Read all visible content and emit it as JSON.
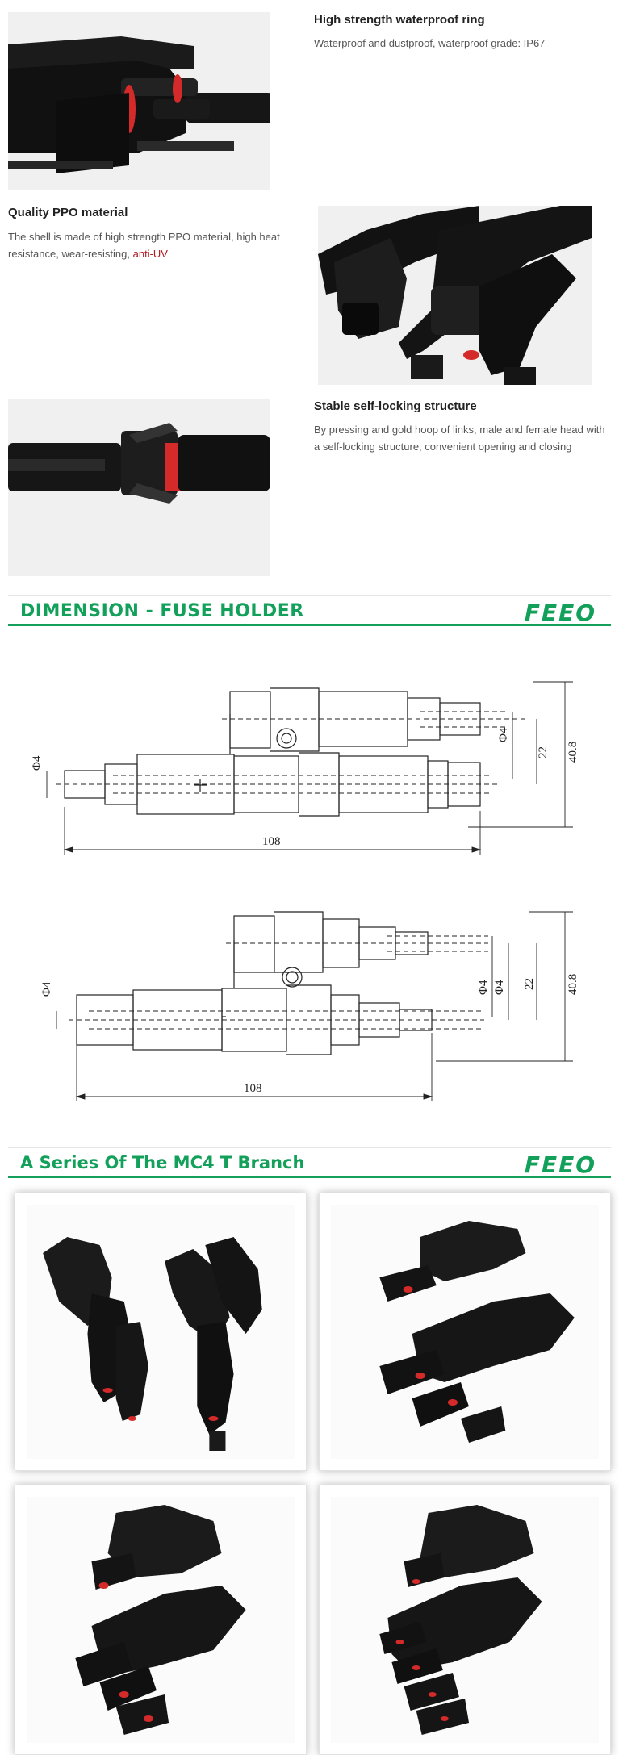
{
  "features": [
    {
      "title": "High strength waterproof ring",
      "desc": "Waterproof and dustproof, waterproof grade: IP67"
    },
    {
      "title": "Quality PPO material",
      "desc_main": "The shell is made of high strength PPO material, high heat resistance, wear-resisting, ",
      "desc_accent": "anti-UV"
    },
    {
      "title": "Stable self-locking structure",
      "desc": "By pressing and gold hoop of links, male and female head with a self-locking structure, convenient opening and closing"
    }
  ],
  "sections": {
    "dimension": {
      "title": "DIMENSION - FUSE HOLDER",
      "logo": "FEEO"
    },
    "series": {
      "title": "A Series Of The MC4 T Branch",
      "logo": "FEEO"
    }
  },
  "drawing_top": {
    "phi_left": "Φ4",
    "phi_right": "Φ4",
    "dim_22": "22",
    "dim_408": "40.8",
    "length": "108"
  },
  "drawing_bottom": {
    "phi_left": "Φ4",
    "phi_right_a": "Φ4",
    "phi_right_b": "Φ4",
    "dim_22": "22",
    "dim_408": "40.8",
    "length": "108"
  },
  "colors": {
    "accent_green": "#13a05a",
    "accent_red": "#b0191f",
    "seal_red": "#d42a2a"
  }
}
